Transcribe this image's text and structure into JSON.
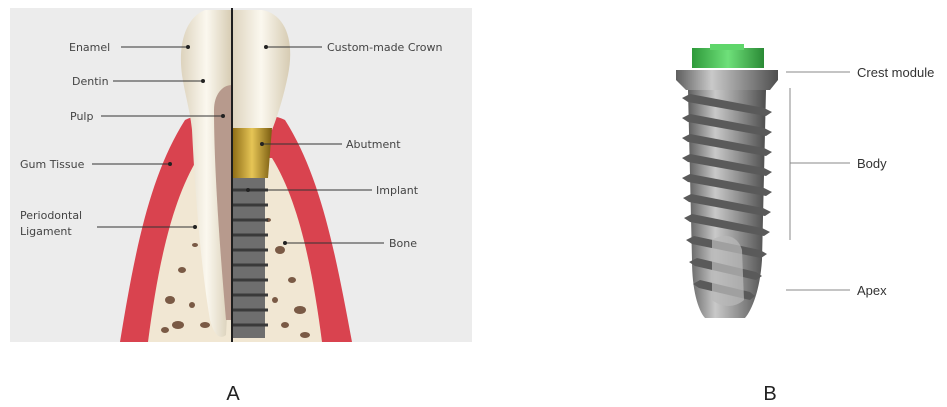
{
  "panel_a": {
    "caption": "A",
    "labels": {
      "enamel": "Enamel",
      "dentin": "Dentin",
      "pulp": "Pulp",
      "gum_tissue": "Gum Tissue",
      "periodontal_1": "Periodontal",
      "periodontal_2": "Ligament",
      "custom_crown": "Custom-made Crown",
      "abutment": "Abutment",
      "implant": "Implant",
      "bone": "Bone"
    }
  },
  "panel_b": {
    "caption": "B",
    "labels": {
      "crest_module": "Crest module",
      "body": "Body",
      "apex": "Apex"
    }
  },
  "colors": {
    "gum": "#d9434f",
    "bone": "#f1e7d3",
    "crown": "#f4f0e6",
    "abutment": "#c9a33a",
    "implant_metal": "#8a8a8a",
    "cap_green": "#3fb54a"
  }
}
